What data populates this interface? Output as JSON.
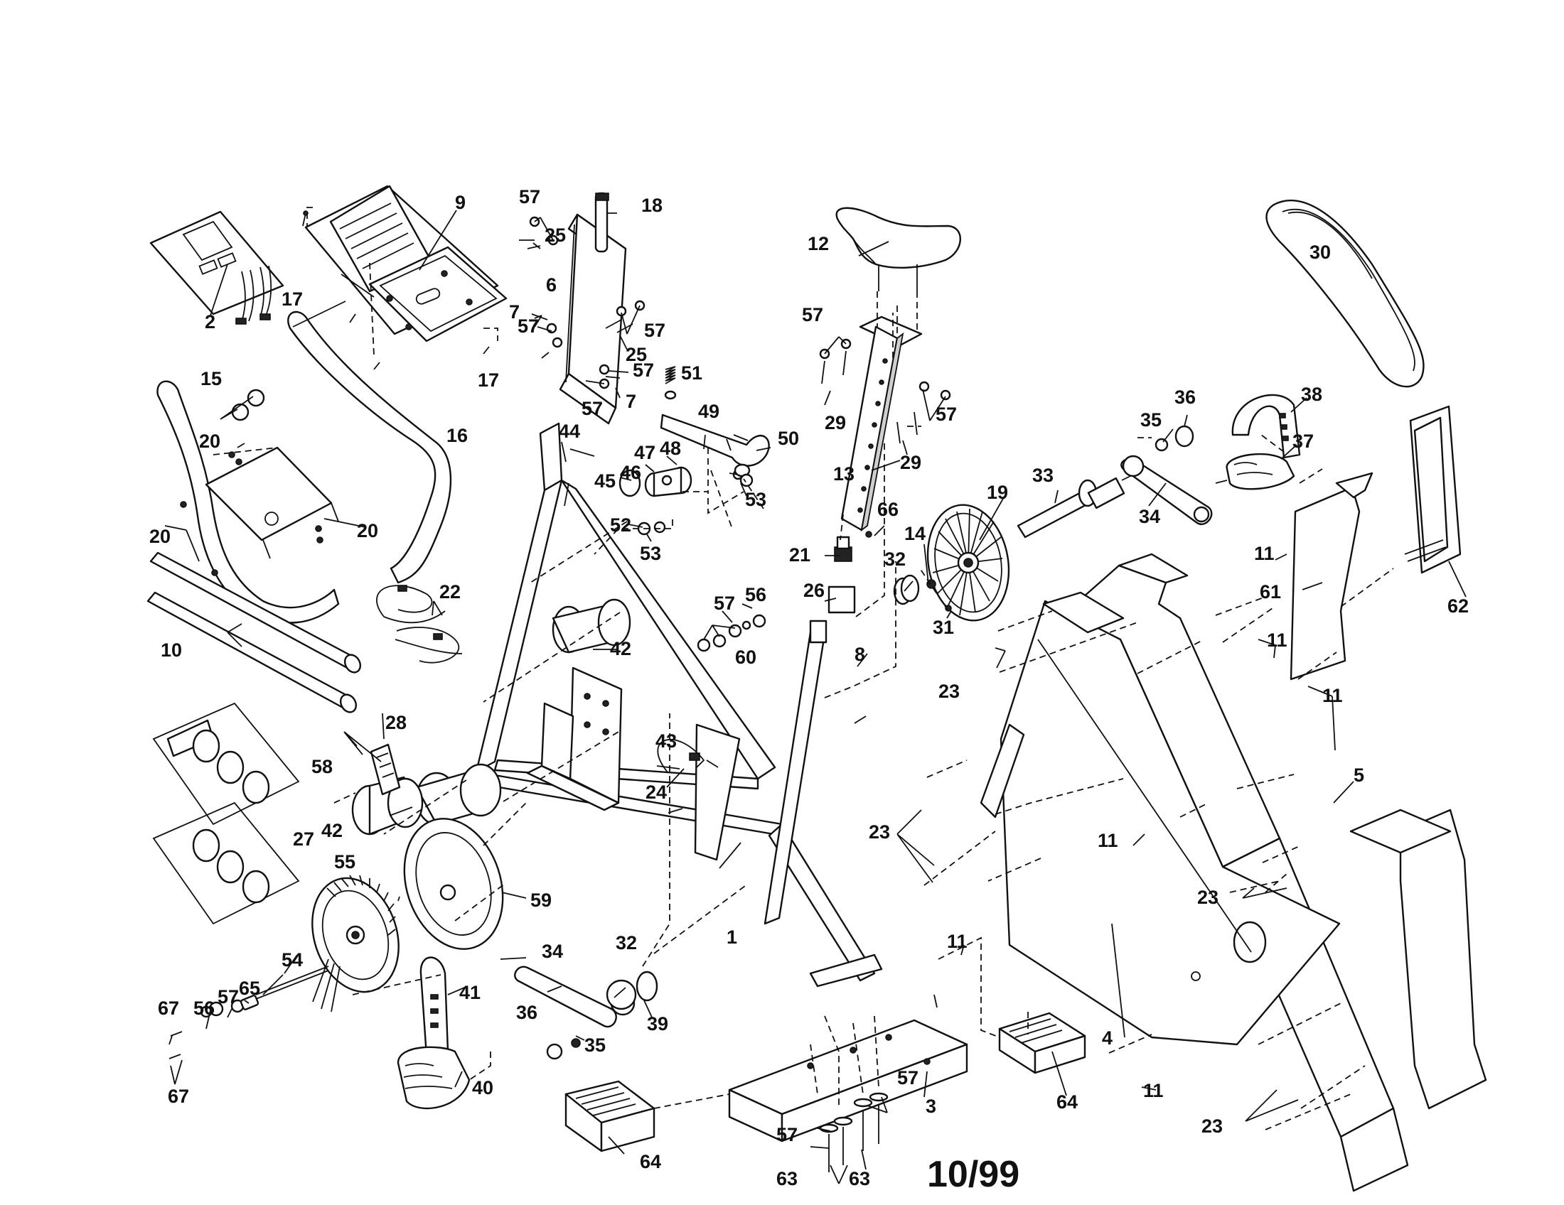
{
  "diagram": {
    "date_code": "10/99",
    "callouts": [
      {
        "id": "c-2",
        "label": "2"
      },
      {
        "id": "c-9",
        "label": "9"
      },
      {
        "id": "c-17a",
        "label": "17"
      },
      {
        "id": "c-17b",
        "label": "17"
      },
      {
        "id": "c-18",
        "label": "18"
      },
      {
        "id": "c-57a",
        "label": "57"
      },
      {
        "id": "c-25a",
        "label": "25"
      },
      {
        "id": "c-7a",
        "label": "7"
      },
      {
        "id": "c-6",
        "label": "6"
      },
      {
        "id": "c-57b",
        "label": "57"
      },
      {
        "id": "c-57c",
        "label": "57"
      },
      {
        "id": "c-25b",
        "label": "25"
      },
      {
        "id": "c-57d",
        "label": "57"
      },
      {
        "id": "c-57e",
        "label": "57"
      },
      {
        "id": "c-7b",
        "label": "7"
      },
      {
        "id": "c-12",
        "label": "12"
      },
      {
        "id": "c-30",
        "label": "30"
      },
      {
        "id": "c-15",
        "label": "15"
      },
      {
        "id": "c-16",
        "label": "16"
      },
      {
        "id": "c-20a",
        "label": "20"
      },
      {
        "id": "c-20b",
        "label": "20"
      },
      {
        "id": "c-20c",
        "label": "20"
      },
      {
        "id": "c-10",
        "label": "10"
      },
      {
        "id": "c-22",
        "label": "22"
      },
      {
        "id": "c-44",
        "label": "44"
      },
      {
        "id": "c-51",
        "label": "51"
      },
      {
        "id": "c-49",
        "label": "49"
      },
      {
        "id": "c-50",
        "label": "50"
      },
      {
        "id": "c-47",
        "label": "47"
      },
      {
        "id": "c-48",
        "label": "48"
      },
      {
        "id": "c-45",
        "label": "45"
      },
      {
        "id": "c-46",
        "label": "46"
      },
      {
        "id": "c-53a",
        "label": "53"
      },
      {
        "id": "c-52",
        "label": "52"
      },
      {
        "id": "c-53b",
        "label": "53"
      },
      {
        "id": "c-57f",
        "label": "57"
      },
      {
        "id": "c-29a",
        "label": "29"
      },
      {
        "id": "c-57g",
        "label": "57"
      },
      {
        "id": "c-29b",
        "label": "29"
      },
      {
        "id": "c-13",
        "label": "13"
      },
      {
        "id": "c-66",
        "label": "66"
      },
      {
        "id": "c-21",
        "label": "21"
      },
      {
        "id": "c-26",
        "label": "26"
      },
      {
        "id": "c-8",
        "label": "8"
      },
      {
        "id": "c-19",
        "label": "19"
      },
      {
        "id": "c-14",
        "label": "14"
      },
      {
        "id": "c-32a",
        "label": "32"
      },
      {
        "id": "c-31",
        "label": "31"
      },
      {
        "id": "c-33",
        "label": "33"
      },
      {
        "id": "c-35a",
        "label": "35"
      },
      {
        "id": "c-36a",
        "label": "36"
      },
      {
        "id": "c-34a",
        "label": "34"
      },
      {
        "id": "c-38",
        "label": "38"
      },
      {
        "id": "c-37",
        "label": "37"
      },
      {
        "id": "c-11a",
        "label": "11"
      },
      {
        "id": "c-61",
        "label": "61"
      },
      {
        "id": "c-62",
        "label": "62"
      },
      {
        "id": "c-11b",
        "label": "11"
      },
      {
        "id": "c-23a",
        "label": "23"
      },
      {
        "id": "c-11c",
        "label": "11"
      },
      {
        "id": "c-5",
        "label": "5"
      },
      {
        "id": "c-23b",
        "label": "23"
      },
      {
        "id": "c-11d",
        "label": "11"
      },
      {
        "id": "c-23c",
        "label": "23"
      },
      {
        "id": "c-11e",
        "label": "11"
      },
      {
        "id": "c-4",
        "label": "4"
      },
      {
        "id": "c-11f",
        "label": "11"
      },
      {
        "id": "c-23d",
        "label": "23"
      },
      {
        "id": "c-64a",
        "label": "64"
      },
      {
        "id": "c-64b",
        "label": "64"
      },
      {
        "id": "c-42a",
        "label": "42"
      },
      {
        "id": "c-42b",
        "label": "42"
      },
      {
        "id": "c-57h",
        "label": "57"
      },
      {
        "id": "c-56a",
        "label": "56"
      },
      {
        "id": "c-60",
        "label": "60"
      },
      {
        "id": "c-28",
        "label": "28"
      },
      {
        "id": "c-58",
        "label": "58"
      },
      {
        "id": "c-27",
        "label": "27"
      },
      {
        "id": "c-43",
        "label": "43"
      },
      {
        "id": "c-24",
        "label": "24"
      },
      {
        "id": "c-55",
        "label": "55"
      },
      {
        "id": "c-59",
        "label": "59"
      },
      {
        "id": "c-1",
        "label": "1"
      },
      {
        "id": "c-54",
        "label": "54"
      },
      {
        "id": "c-34b",
        "label": "34"
      },
      {
        "id": "c-32b",
        "label": "32"
      },
      {
        "id": "c-41",
        "label": "41"
      },
      {
        "id": "c-39",
        "label": "39"
      },
      {
        "id": "c-67a",
        "label": "67"
      },
      {
        "id": "c-56b",
        "label": "56"
      },
      {
        "id": "c-57i",
        "label": "57"
      },
      {
        "id": "c-65",
        "label": "65"
      },
      {
        "id": "c-36b",
        "label": "36"
      },
      {
        "id": "c-35b",
        "label": "35"
      },
      {
        "id": "c-67b",
        "label": "67"
      },
      {
        "id": "c-40",
        "label": "40"
      },
      {
        "id": "c-3",
        "label": "3"
      },
      {
        "id": "c-57j",
        "label": "57"
      },
      {
        "id": "c-57k",
        "label": "57"
      },
      {
        "id": "c-63a",
        "label": "63"
      },
      {
        "id": "c-63b",
        "label": "63"
      }
    ]
  }
}
